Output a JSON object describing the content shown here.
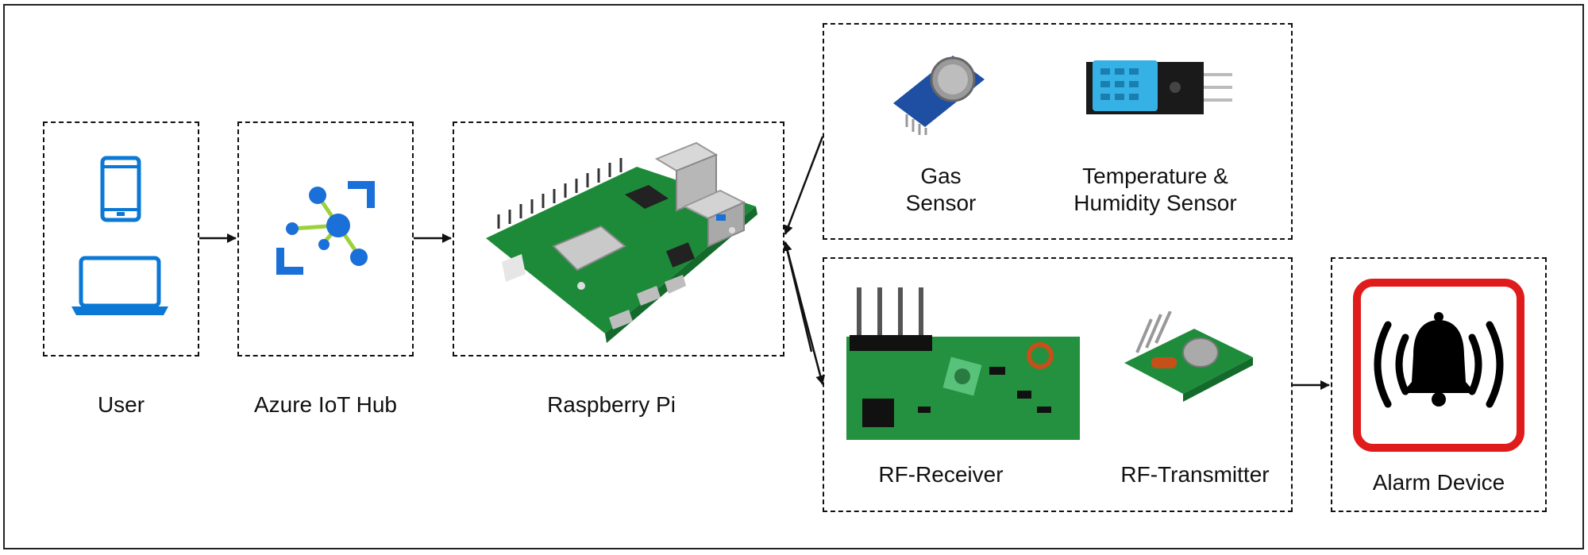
{
  "nodes": {
    "user": {
      "label": "User"
    },
    "hub": {
      "label": "Azure IoT Hub"
    },
    "pi": {
      "label": "Raspberry Pi"
    },
    "gas": {
      "label": "Gas\nSensor"
    },
    "temp": {
      "label": "Temperature &\nHumidity Sensor"
    },
    "rx": {
      "label": "RF-Receiver"
    },
    "tx": {
      "label": "RF-Transmitter"
    },
    "alarm": {
      "label": "Alarm Device"
    }
  },
  "colors": {
    "device_blue": "#0a78d4",
    "azure_blue": "#1a6fd8",
    "azure_green": "#9bd13a",
    "pcb_green": "#1d8a3a",
    "alarm_red": "#e01b1b"
  },
  "icons": {
    "user": [
      "tablet-icon",
      "laptop-icon"
    ],
    "hub": "azure-iot-hub-icon",
    "alarm": "bell-icon"
  }
}
